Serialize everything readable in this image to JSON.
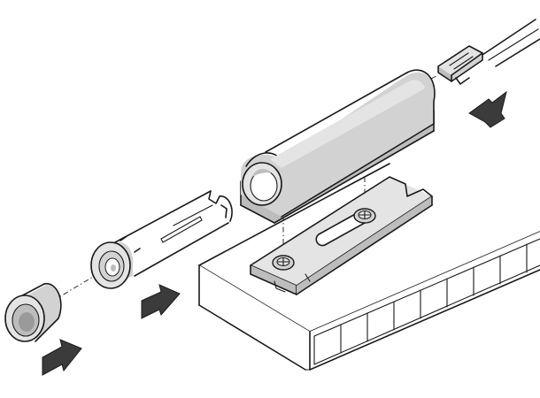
{
  "diagram": {
    "colors": {
      "line": "#1a1a1a",
      "light_gray": "#e4e4e4",
      "mid_gray": "#d2d2d2",
      "shade": "#bdbdbd",
      "arrow": "#3b3b3b",
      "background": "#ffffff"
    },
    "parts": [
      "cable-connector",
      "cover-housing",
      "mounting-plate",
      "push-latch-cylinder",
      "end-cap",
      "cabinet-panel"
    ],
    "arrows": [
      "arrow-connector-insert",
      "arrow-cylinder-insert",
      "arrow-cap-insert"
    ]
  }
}
